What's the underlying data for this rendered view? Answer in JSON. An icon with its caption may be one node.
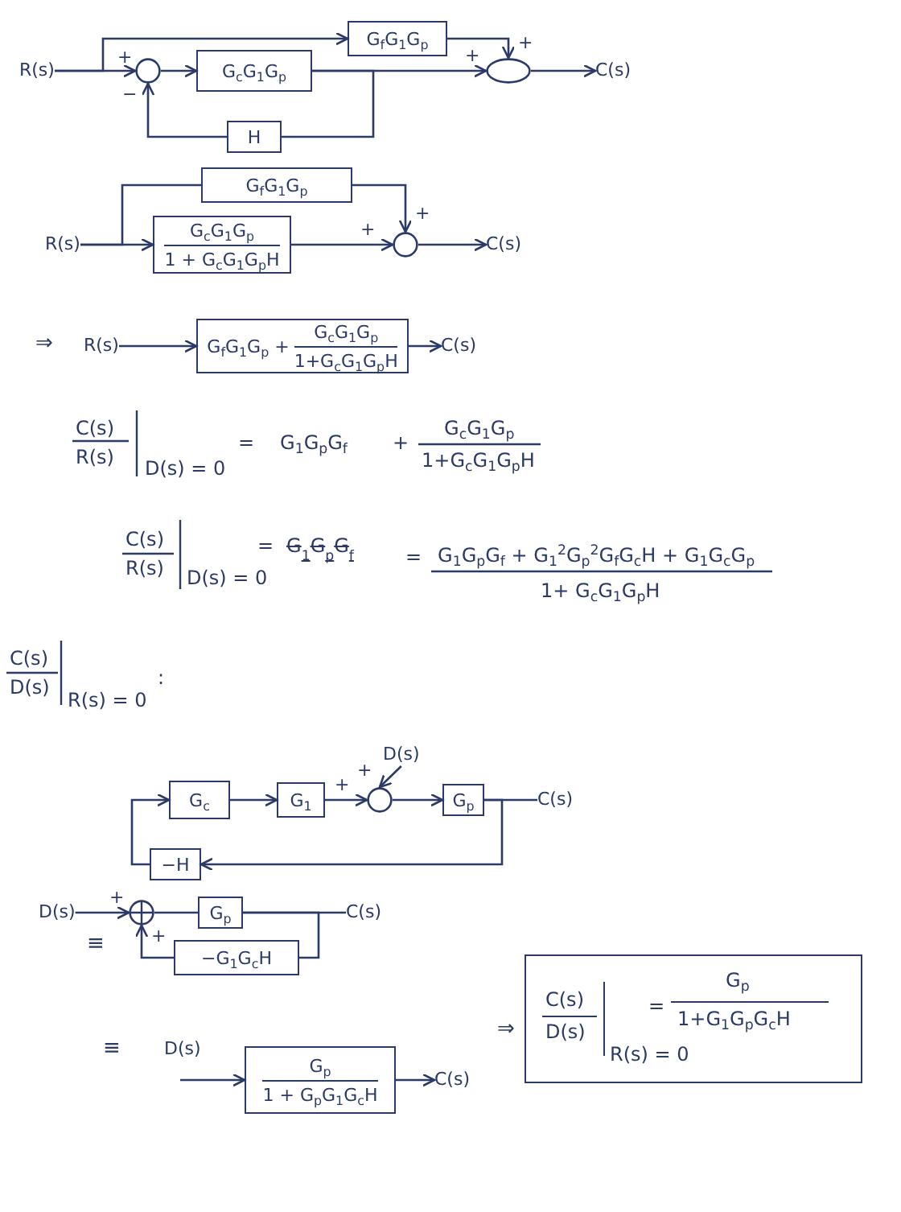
{
  "diagram": {
    "nodes": [
      {
        "text": [
          "R(s)"
        ]
      },
      {
        "text": [],
        "shape": "circle"
      },
      {
        "text": [
          "G$_{c}$G$_{1}$G$_{p}$"
        ]
      },
      {
        "text": [
          "G$_{f}$G$_{1}$G$_{p}$"
        ]
      },
      {
        "text": [
          "H"
        ]
      },
      {
        "text": [],
        "shape": "circle"
      },
      {
        "text": [
          "C(s)"
        ]
      },
      {
        "text": [
          "R(s)"
        ]
      },
      {
        "text": [
          "G$_{f}$G$_{1}$G$_{p}$"
        ]
      },
      {
        "text": [
          "G$_{c}$G$_{1}$G$_{p}$",
          "1 + G$_{c}$G$_{1}$G$_{p}$H"
        ]
      },
      {
        "text": [],
        "shape": "circle"
      },
      {
        "text": [
          "C(s)"
        ]
      },
      {
        "text": [
          "R(s)"
        ]
      },
      {
        "text": [
          "G$_{f}$G$_{1}$G$_{p}$ +",
          "G$_{c}$G$_{1}$G$_{p}$",
          "1+G$_{c}$G$_{1}$G$_{p}$H"
        ]
      },
      {
        "text": [
          "C(s)"
        ]
      },
      {
        "text": [
          "D(s)"
        ]
      },
      {
        "text": [
          "G$_{c}$"
        ]
      },
      {
        "text": [
          "G$_{1}$"
        ]
      },
      {
        "text": [],
        "shape": "circle"
      },
      {
        "text": [
          "G$_{p}$"
        ]
      },
      {
        "text": [
          "C(s)"
        ]
      },
      {
        "text": [
          "−H"
        ]
      },
      {
        "text": [
          "D(s)"
        ]
      },
      {
        "text": [],
        "shape": "circle"
      },
      {
        "text": [
          "G$_{p}$"
        ]
      },
      {
        "text": [
          "C(s)"
        ]
      },
      {
        "text": [
          "−G$_{1}$G$_{c}$H"
        ]
      },
      {
        "text": [
          "G$_{p}$",
          "1 + G$_{p}$G$_{1}$G$_{c}$H"
        ]
      },
      {
        "text": [
          "C(s)"
        ]
      },
      {
        "text": [
          "C(s)",
          "D(s)",
          "R(s) = 0",
          "=",
          "G$_{p}$",
          "1+G$_{1}$G$_{p}$G$_{c}$H"
        ],
        "beside": [
          "⇒"
        ]
      }
    ],
    "edges": [
      {
        "from": 0,
        "to": 1,
        "arrow": "to",
        "label": "+"
      },
      {
        "from": 0,
        "to": 3,
        "arrow": "to"
      },
      {
        "from": 1,
        "to": 2,
        "arrow": "to"
      },
      {
        "from": 2,
        "to": 4,
        "arrow": "none"
      },
      {
        "from": 4,
        "to": 1,
        "arrow": "to",
        "label": "−"
      },
      {
        "from": 2,
        "to": 5,
        "arrow": "to",
        "label": "+"
      },
      {
        "from": 3,
        "to": 5,
        "arrow": "to",
        "label": "+"
      },
      {
        "from": 5,
        "to": 6,
        "arrow": "to"
      },
      {
        "from": 7,
        "to": 9,
        "arrow": "to"
      },
      {
        "from": 7,
        "to": 8,
        "arrow": "none"
      },
      {
        "from": 8,
        "to": 10,
        "arrow": "to",
        "label": "+"
      },
      {
        "from": 9,
        "to": 10,
        "arrow": "to",
        "label": "+"
      },
      {
        "from": 10,
        "to": 11,
        "arrow": "to"
      },
      {
        "from": 12,
        "to": 13,
        "arrow": "to"
      },
      {
        "from": 13,
        "to": 14,
        "arrow": "to"
      },
      {
        "from": 16,
        "to": 17,
        "arrow": "to"
      },
      {
        "from": 17,
        "to": 18,
        "arrow": "to",
        "label": "+"
      },
      {
        "from": 15,
        "to": 18,
        "arrow": "to",
        "label": "+"
      },
      {
        "from": 18,
        "to": 19,
        "arrow": "to"
      },
      {
        "from": 19,
        "to": 20,
        "arrow": "none"
      },
      {
        "from": 19,
        "to": 21,
        "arrow": "to"
      },
      {
        "from": 21,
        "to": 16,
        "arrow": "to"
      },
      {
        "from": 22,
        "to": 23,
        "arrow": "to",
        "label": "+"
      },
      {
        "from": 23,
        "to": 24,
        "arrow": "none"
      },
      {
        "from": 24,
        "to": 25,
        "arrow": "none"
      },
      {
        "from": 24,
        "to": 26,
        "arrow": "none"
      },
      {
        "from": 26,
        "to": 23,
        "arrow": "to",
        "label": "+"
      },
      {
        "from": null,
        "to": 27,
        "arrow": "to"
      },
      {
        "from": 27,
        "to": 28,
        "arrow": "to"
      }
    ],
    "labels": [
      "⇒",
      "C(s)",
      "R(s)",
      "D(s) = 0",
      "=",
      "G$_{1}$G$_{p}$G$_{f}$",
      "+",
      "G$_{c}$G$_{1}$G$_{p}$",
      "1+G$_{c}$G$_{1}$G$_{p}$H",
      "C(s)",
      "R(s)",
      "D(s) = 0",
      "=",
      "G$_{1}$G$_{p}$G$_{f}$",
      "=",
      "G$_{1}$G$_{p}$G$_{f}$ + G$_{1}$$^{2}$G$_{p}$$^{2}$G$_{f}$G$_{c}$H + G$_{1}$G$_{c}$G$_{p}$",
      "1+ G$_{c}$G$_{1}$G$_{p}$H",
      "C(s)",
      "D(s)",
      "R(s) = 0",
      ":",
      "≡",
      "≡",
      "D(s)"
    ]
  }
}
